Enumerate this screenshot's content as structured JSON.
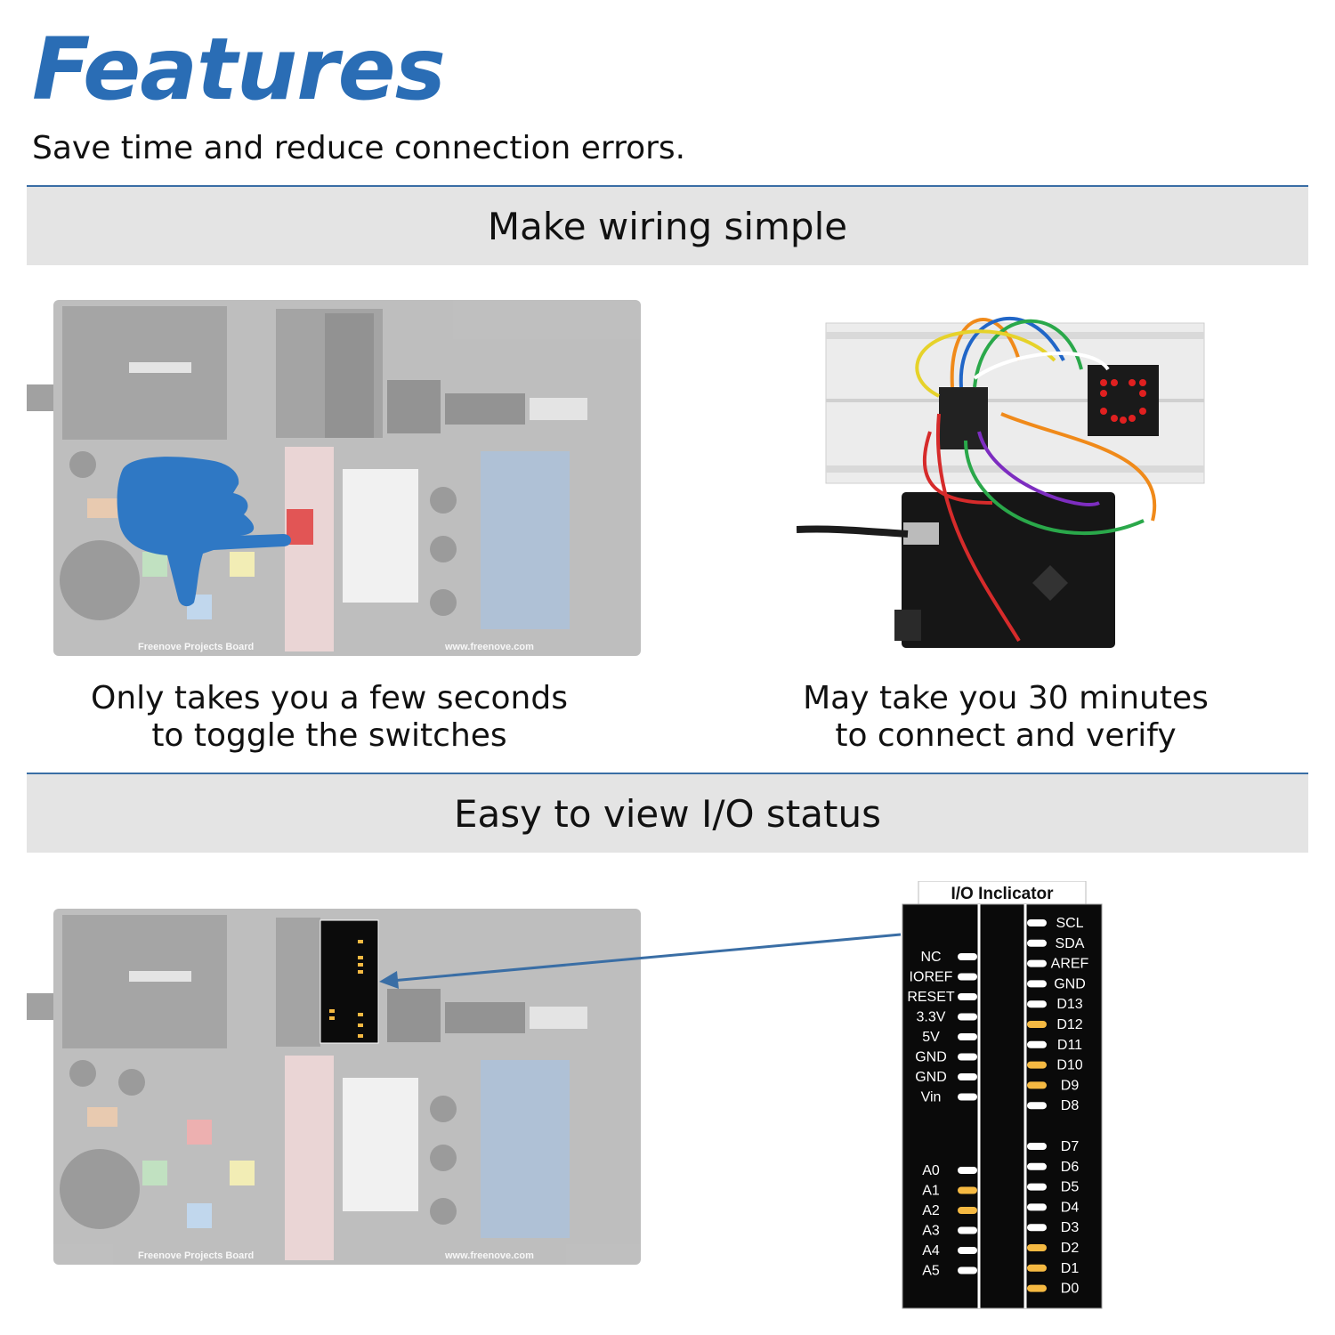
{
  "header": {
    "title": "Features",
    "subtitle": "Save time and reduce connection errors."
  },
  "section1": {
    "heading": "Make wiring simple",
    "left_caption": [
      "Only takes you a few seconds",
      "to toggle the switches"
    ],
    "right_caption": [
      "May take you 30 minutes",
      "to connect and verify"
    ],
    "board_labels": {
      "brand": "Freenove Projects Board",
      "url": "www.freenove.com"
    }
  },
  "section2": {
    "heading": "Easy to view I/O status",
    "board_labels": {
      "brand": "Freenove Projects Board",
      "url": "www.freenove.com"
    },
    "io_indicator": {
      "title": "I/O Inclicator",
      "left_pins": [
        "NC",
        "IOREF",
        "RESET",
        "3.3V",
        "5V",
        "GND",
        "GND",
        "Vin",
        "A0",
        "A1",
        "A2",
        "A3",
        "A4",
        "A5"
      ],
      "left_lit": [
        "A1",
        "A2"
      ],
      "right_pins": [
        "SCL",
        "SDA",
        "AREF",
        "GND",
        "D13",
        "D12",
        "D11",
        "D10",
        "D9",
        "D8",
        "D7",
        "D6",
        "D5",
        "D4",
        "D3",
        "D2",
        "D1",
        "D0"
      ],
      "right_lit": [
        "D12",
        "D10",
        "D9",
        "D2",
        "D1",
        "D0"
      ]
    }
  },
  "colors": {
    "accent": "#2a6db5",
    "band": "#e4e4e4",
    "led_on": "#f5b942",
    "led_off": "#ffffff",
    "board_grey": "#9a9a9a"
  }
}
